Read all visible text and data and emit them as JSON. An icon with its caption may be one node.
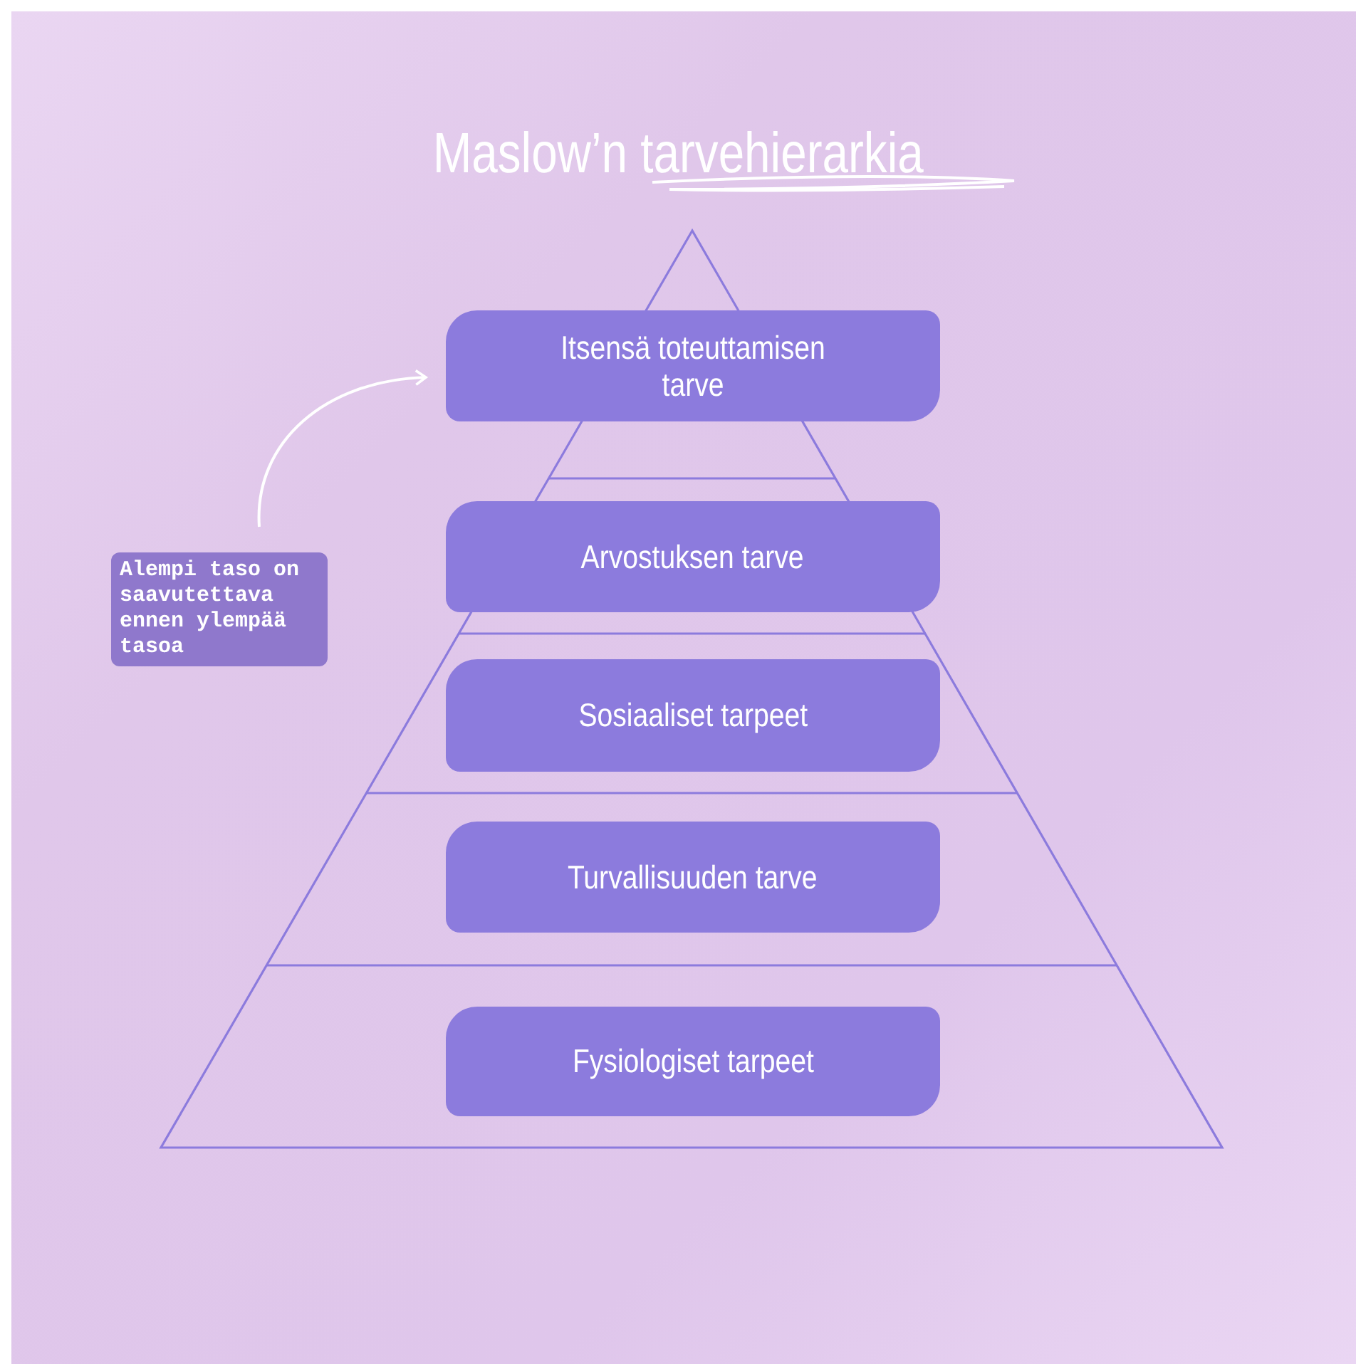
{
  "diagram": {
    "title": "Maslow’n tarvehierarkia",
    "nodes": [
      {
        "text": [
          "Itsensä toteuttamisen tarve"
        ]
      },
      {
        "text": [
          "Arvostuksen tarve"
        ]
      },
      {
        "text": [
          "Sosiaaliset tarpeet"
        ]
      },
      {
        "text": [
          "Turvallisuuden tarve"
        ]
      },
      {
        "text": [
          "Fysiologiset tarpeet"
        ]
      },
      {
        "text": [
          "Alempi taso on saavutettava ennen ylempää tasoa"
        ]
      }
    ],
    "edges": [
      {
        "from": 5,
        "to": 0,
        "arrow": "to"
      }
    ]
  }
}
